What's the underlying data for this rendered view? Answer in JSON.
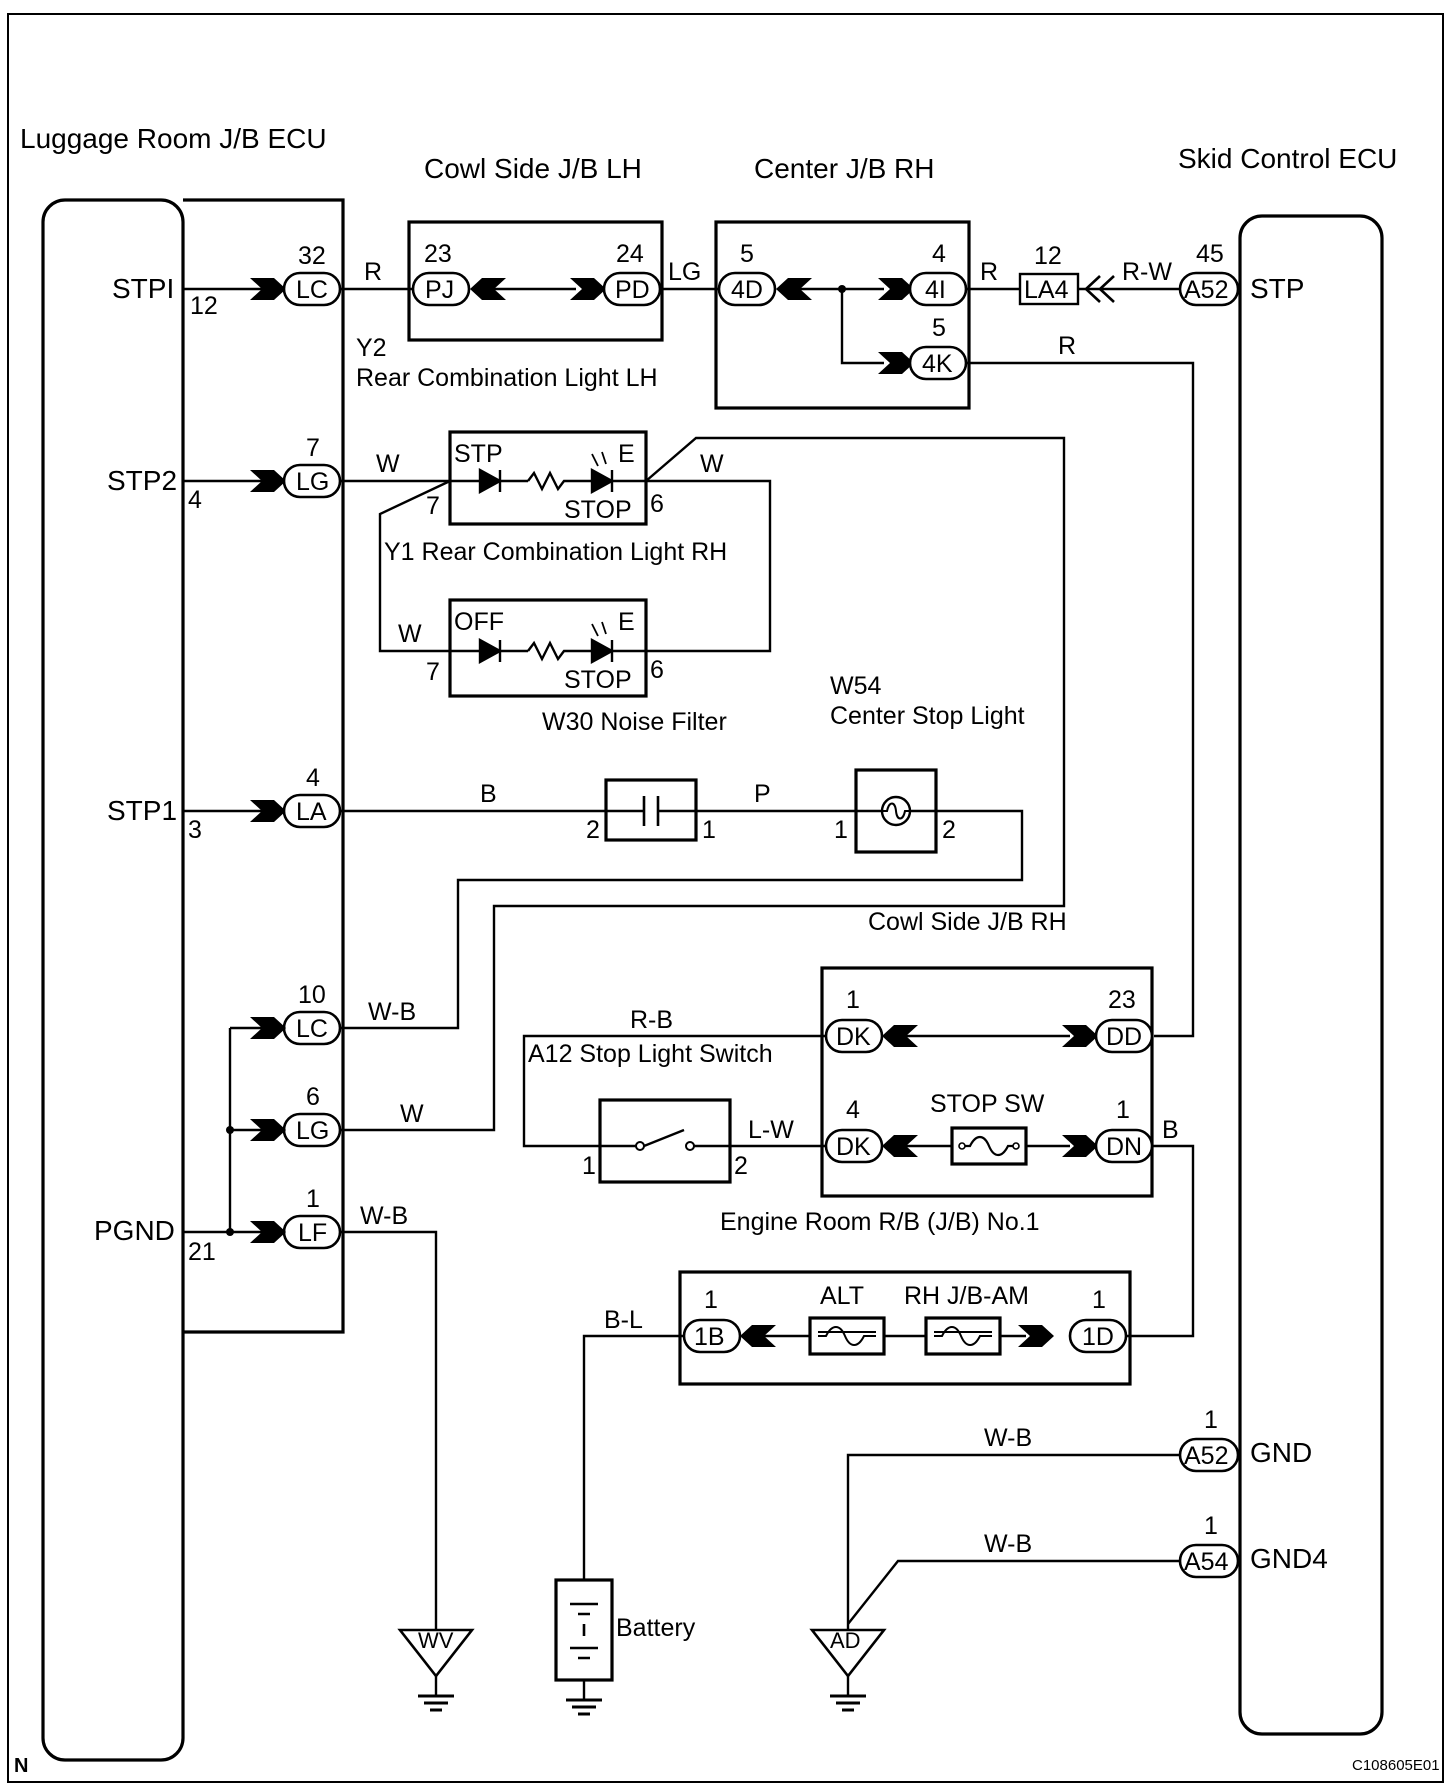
{
  "components": {
    "luggage_ecu": "Luggage Room J/B ECU",
    "cowl_lh": "Cowl Side J/B LH",
    "center_jb": "Center J/B RH",
    "skid_ecu": "Skid Control ECU",
    "y2_code": "Y2",
    "y2_name": "Rear Combination Light LH",
    "y1": "Y1 Rear Combination Light RH",
    "w30": "W30 Noise Filter",
    "w54_code": "W54",
    "w54_name": "Center Stop Light",
    "cowl_rh": "Cowl Side J/B RH",
    "a12": "A12 Stop Light Switch",
    "engine_rb": "Engine Room R/B (J/B) No.1",
    "battery": "Battery"
  },
  "ecu_pins": {
    "stpi": "STPI",
    "stpi_num": "12",
    "stp2": "STP2",
    "stp2_num": "4",
    "stp1": "STP1",
    "stp1_num": "3",
    "pgnd": "PGND",
    "pgnd_num": "21"
  },
  "skid_pins": {
    "stp": "STP",
    "stp_num": "45",
    "stp_conn": "A52",
    "gnd": "GND",
    "gnd_num": "1",
    "gnd_conn": "A52",
    "gnd4": "GND4",
    "gnd4_num": "1",
    "gnd4_conn": "A54"
  },
  "connectors": {
    "lc1": "LC",
    "lc1_num": "32",
    "pj": "PJ",
    "pj_num": "23",
    "pd": "PD",
    "pd_num": "24",
    "c4d": "4D",
    "c4d_num": "5",
    "c4i": "4I",
    "c4i_num": "4",
    "c4k": "4K",
    "c4k_num": "5",
    "la4": "LA4",
    "la4_num": "12",
    "lg1": "LG",
    "lg1_num": "7",
    "la": "LA",
    "la_num": "4",
    "lc2": "LC",
    "lc2_num": "10",
    "lg2": "LG",
    "lg2_num": "6",
    "lf": "LF",
    "lf_num": "1",
    "dk1": "DK",
    "dk1_num": "1",
    "dd": "DD",
    "dd_num": "23",
    "dk2": "DK",
    "dk2_num": "4",
    "dn": "DN",
    "dn_num": "1",
    "b1b": "1B",
    "b1b_num": "1",
    "d1d": "1D",
    "d1d_num": "1"
  },
  "wires": {
    "r1": "R",
    "lg": "LG",
    "r2": "R",
    "rw": "R-W",
    "r3": "R",
    "w1": "W",
    "w2": "W",
    "w3": "W",
    "b1": "B",
    "p": "P",
    "wb1": "W-B",
    "w4": "W",
    "wb2": "W-B",
    "rb": "R-B",
    "lw": "L-W",
    "b2": "B",
    "bl": "B-L",
    "wb3": "W-B",
    "wb4": "W-B"
  },
  "light_labels": {
    "stp": "STP",
    "e1": "E",
    "stop1": "STOP",
    "pin7a": "7",
    "pin6a": "6",
    "off": "OFF",
    "e2": "E",
    "stop2": "STOP",
    "pin7b": "7",
    "pin6b": "6"
  },
  "misc": {
    "nf_pin2": "2",
    "nf_pin1": "1",
    "csl_pin1": "1",
    "csl_pin2": "2",
    "sw_pin1": "1",
    "sw_pin2": "2",
    "stop_sw": "STOP SW",
    "alt": "ALT",
    "rh_am": "RH J/B-AM",
    "ground_wv": "WV",
    "ground_ad": "AD",
    "corner_n": "N",
    "doc_code": "C108605E01"
  }
}
